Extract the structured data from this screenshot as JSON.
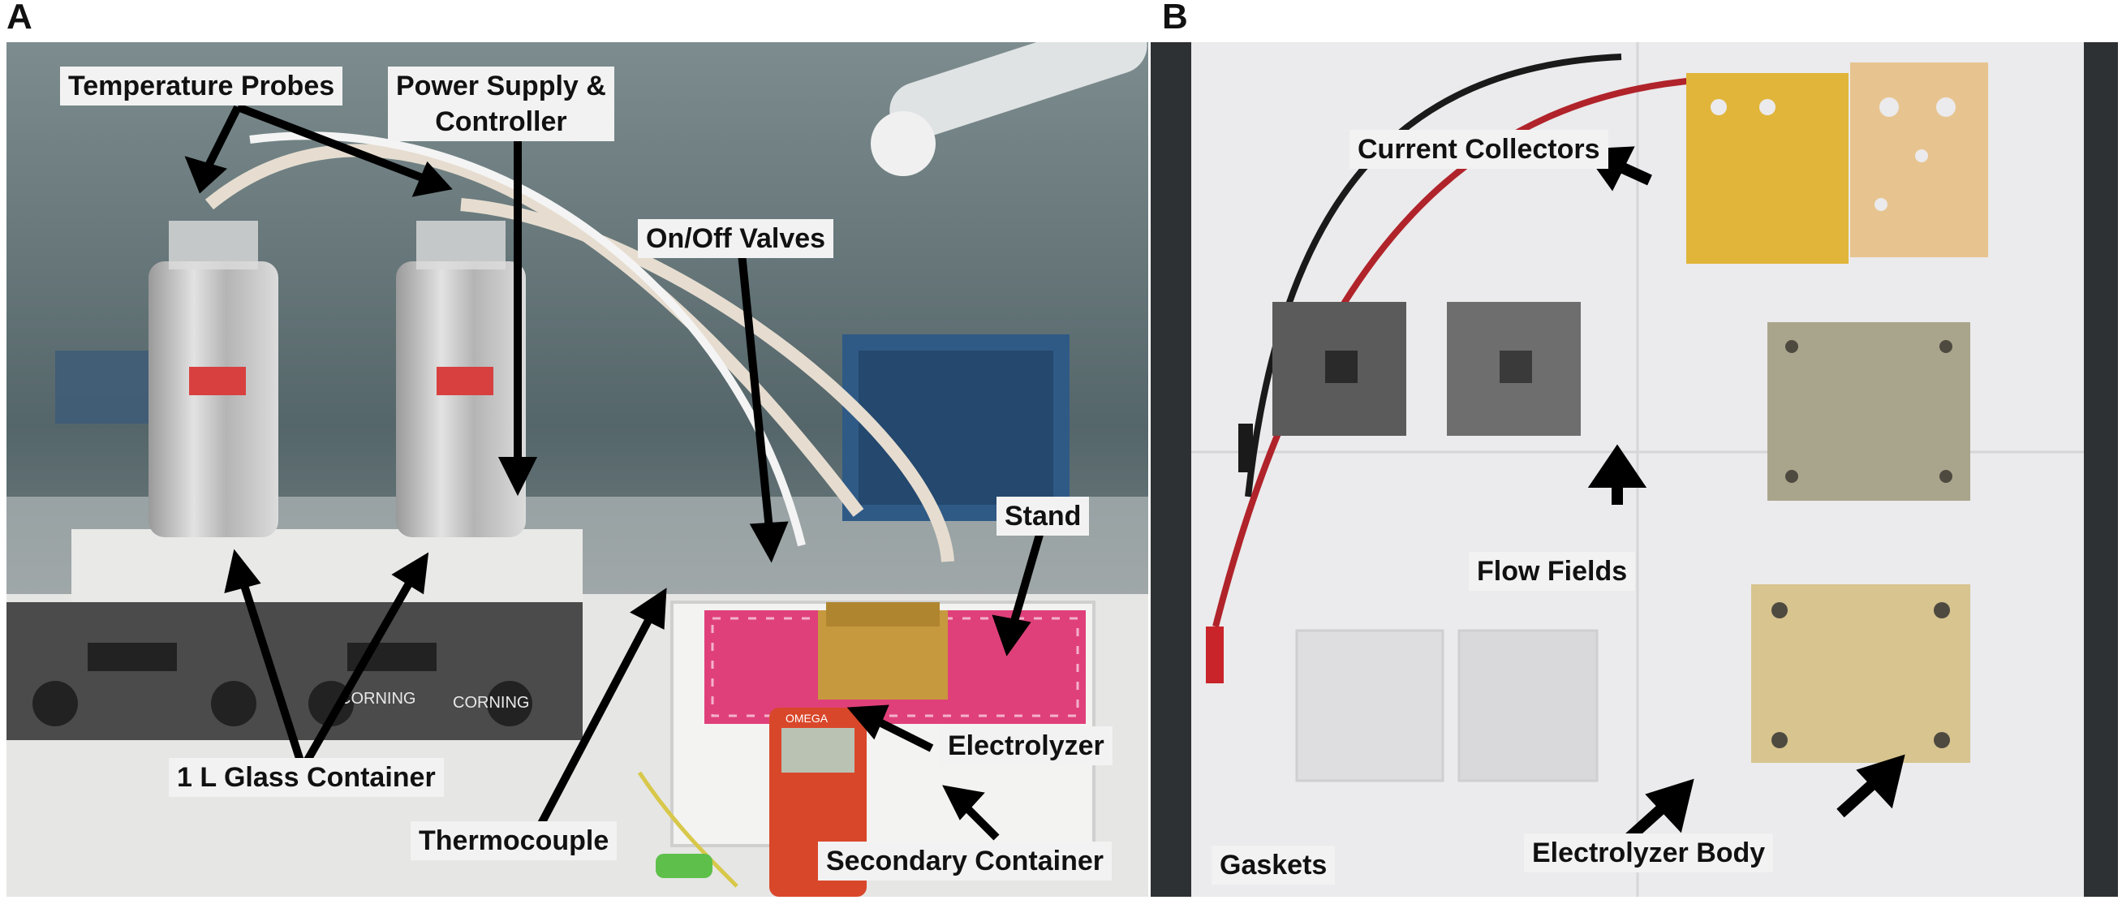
{
  "panels": {
    "a": {
      "letter": "A",
      "labels": {
        "temperature_probes": "Temperature Probes",
        "power_supply": "Power Supply &\nController",
        "on_off_valves": "On/Off Valves",
        "stand": "Stand",
        "glass_container": "1 L Glass Container",
        "electrolyzer": "Electrolyzer",
        "thermocouple": "Thermocouple",
        "secondary_container": "Secondary Container"
      },
      "device_text": {
        "hotplate_brand_1": "CORNING",
        "hotplate_brand_2": "CORNING",
        "meter_brand": "OMEGA"
      }
    },
    "b": {
      "letter": "B",
      "labels": {
        "current_collectors": "Current Collectors",
        "flow_fields": "Flow Fields",
        "gaskets": "Gaskets",
        "electrolyzer_body": "Electrolyzer Body"
      }
    }
  },
  "colors": {
    "label_bg": "#f2f2f2",
    "arrow": "#000000",
    "foil": "#c8c8c8",
    "gold": "#e0b53a",
    "pink_stand": "#e0407a",
    "meter_red": "#d9472b"
  }
}
